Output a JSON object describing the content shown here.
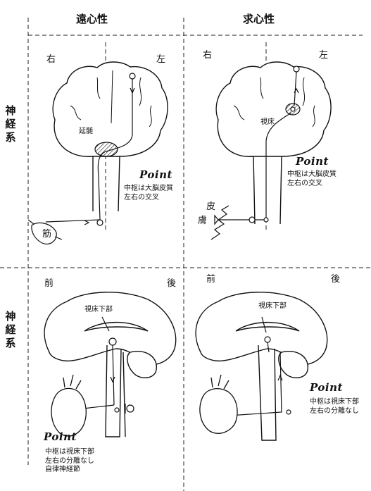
{
  "headers": {
    "efferent": "遠心性",
    "afferent": "求心性"
  },
  "side_labels": {
    "top": "神経系",
    "bottom": "神経系"
  },
  "top_left": {
    "right": "右",
    "left": "左",
    "medulla": "延髄",
    "muscle": "筋",
    "point": "Point",
    "note": [
      "中枢は大脳皮質",
      "左右の交叉"
    ]
  },
  "top_right": {
    "right": "右",
    "left": "左",
    "thalamus": "視床",
    "skin": "皮",
    "skin2": "膚",
    "point": "Point",
    "note": [
      "中枢は大脳皮質",
      "左右の交叉"
    ]
  },
  "bottom_left": {
    "front": "前",
    "back": "後",
    "hypothalamus": "視床下部",
    "point": "Point",
    "note": [
      "中枢は視床下部",
      "左右の分離なし",
      "自律神経節"
    ]
  },
  "bottom_right": {
    "front": "前",
    "back": "後",
    "hypothalamus": "視床下部",
    "point": "Point",
    "note": [
      "中枢は視床下部",
      "左右の分離なし"
    ]
  },
  "colors": {
    "ink": "#111111",
    "paper": "#ffffff"
  }
}
